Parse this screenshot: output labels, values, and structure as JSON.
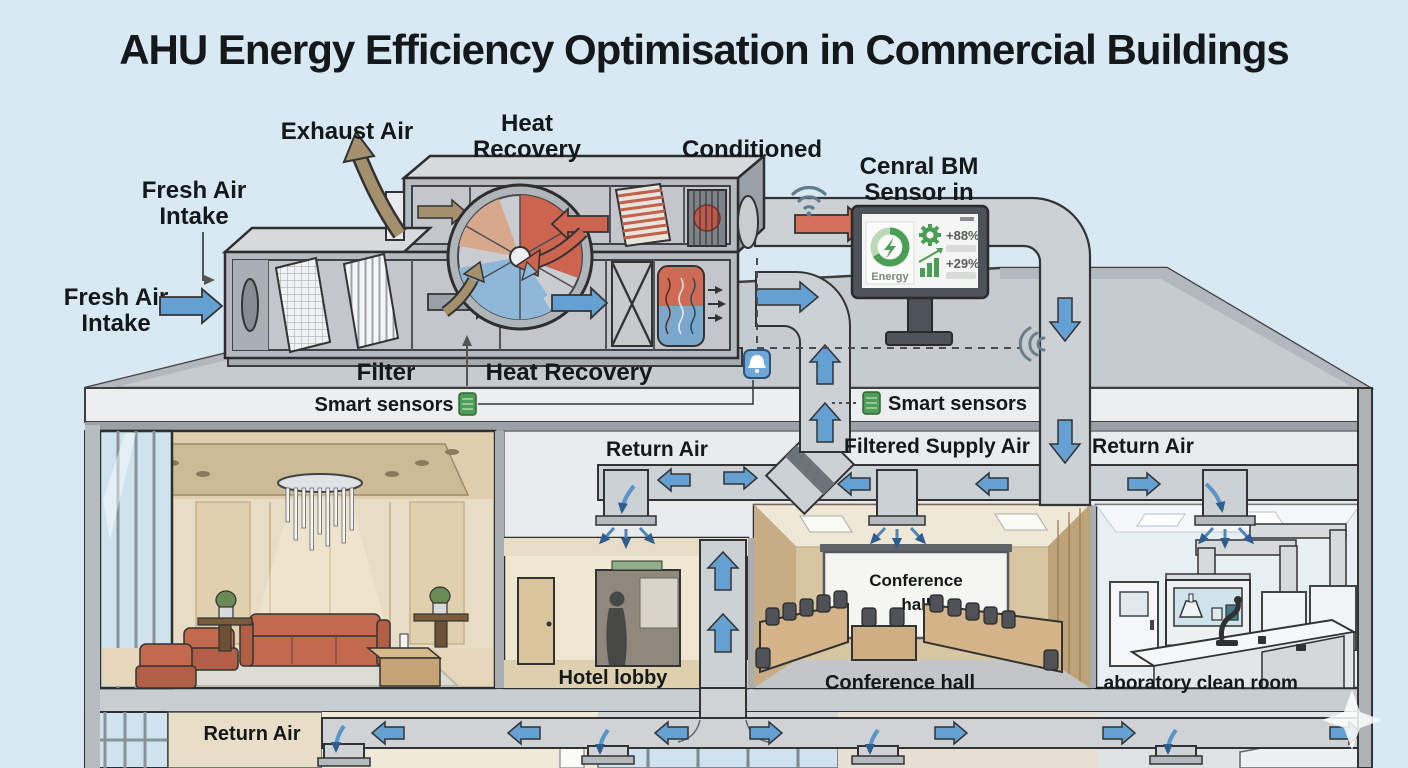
{
  "title": "AHU Energy Efficiency Optimisation in Commercial Buildings",
  "labels": {
    "exhaust_air": "Exhaust Air",
    "heat_recovery_1": "Heat",
    "heat_recovery_2": "Recovery",
    "conditioned": "Conditioned",
    "bm_sensor_1": "Cenral BM",
    "bm_sensor_2": "Sensor in",
    "fresh_air_top_1": "Fresh Air",
    "fresh_air_top_2": "Intake",
    "fresh_air_left_1": "Fresh Air",
    "fresh_air_left_2": "Intake",
    "filter": "Filter",
    "heat_recovery_section": "Heat Recovery",
    "smart_sensors_left": "Smart sensors",
    "smart_sensors_right": "Smart sensors",
    "return_air_left": "Return Air",
    "filtered_supply_air": "Filtered Supply Air",
    "return_air_right": "Return Air",
    "hotel_lobby": "Hotel lobby",
    "conference_screen_1": "Conference",
    "conference_screen_2": "hall",
    "conference_hall": "Conference hall",
    "laboratory_clean_room": "Laboratory clean room",
    "return_air_lower": "Return Air"
  },
  "monitor": {
    "energy": "Energy",
    "gear_stat": "+88%",
    "chart_stat": "+29%"
  },
  "icons": {
    "wifi": "wifi-icon",
    "wireless": "wireless-signal-icon",
    "bell": "bell-sensor-icon",
    "sensor_chip": "smart-sensor-chip-icon",
    "gear": "gear-icon",
    "energy_bolt": "energy-bolt-icon",
    "bar_chart": "bar-chart-icon",
    "sparkle": "sparkle-icon"
  },
  "colors": {
    "background": "#d8e9f4",
    "duct_gray": "#ccd1d5",
    "supply_arrow_blue": "#64a0d2",
    "warm_arrow_red": "#d4705b",
    "exhaust_arrow_tan": "#a5906e",
    "sensor_green": "#4a9e55",
    "room_tan": "#e7dcc6",
    "lab_blue": "#e8eff3"
  }
}
